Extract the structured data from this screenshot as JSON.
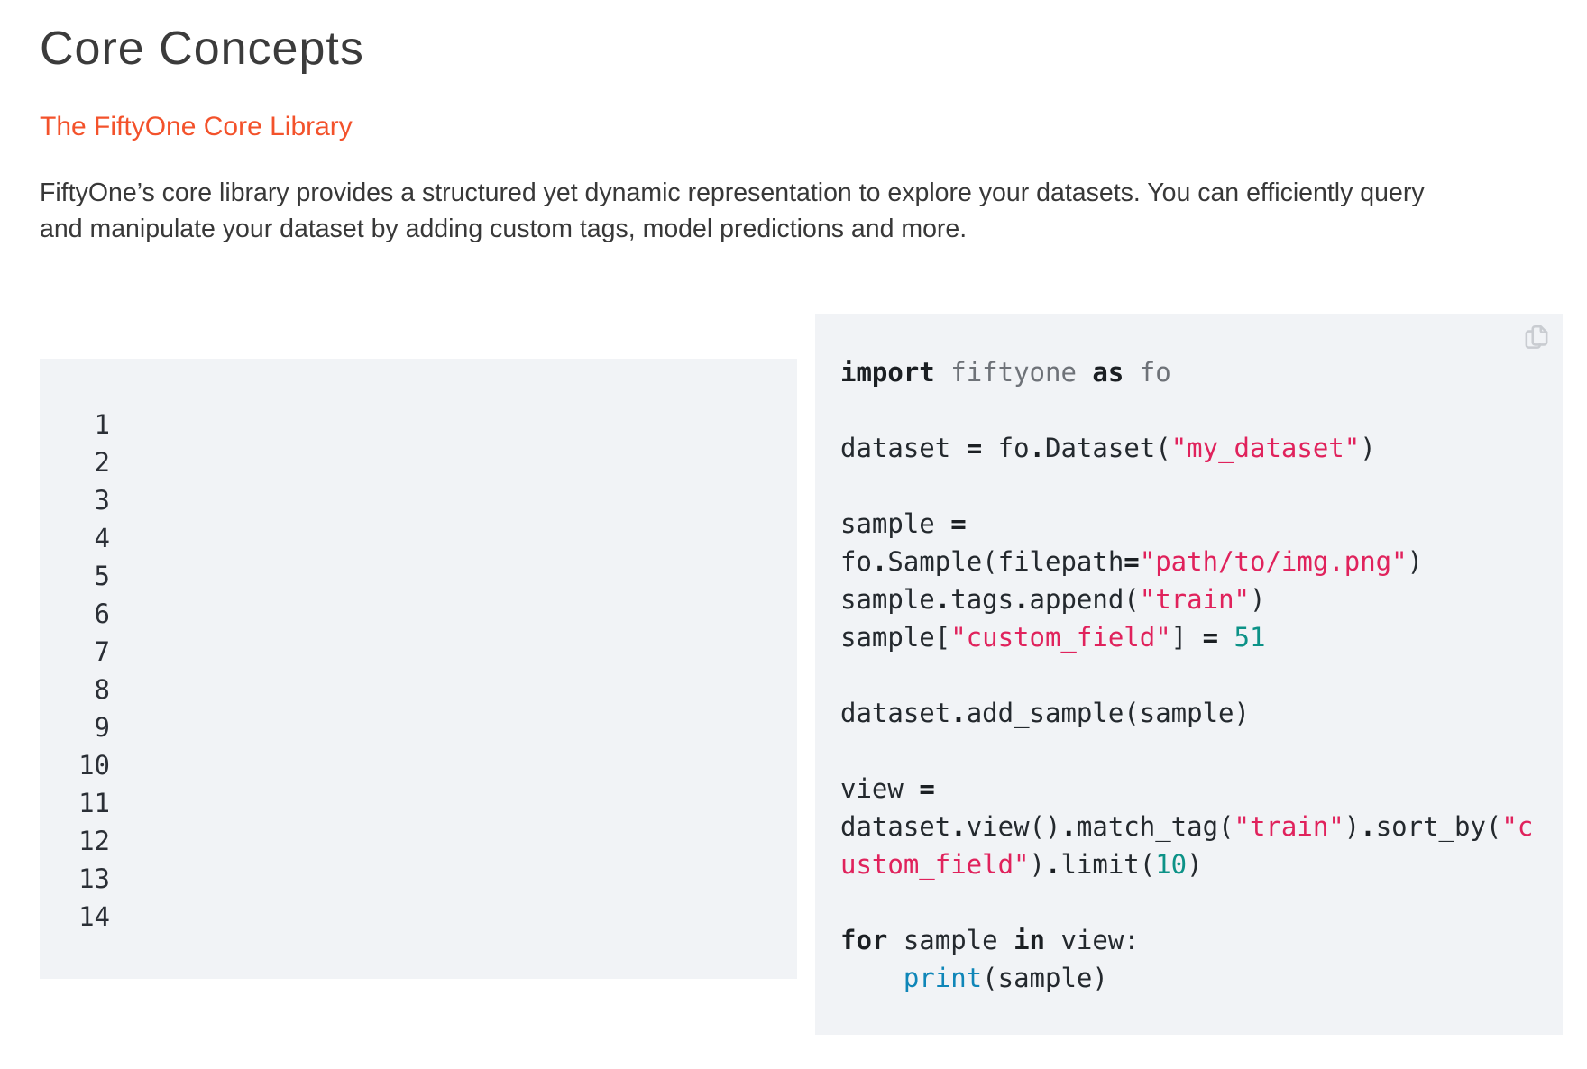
{
  "page": {
    "title": "Core Concepts",
    "section_link": "The FiftyOne Core Library",
    "paragraph": "FiftyOne’s core library provides a structured yet dynamic representation to explore your datasets. You can efficiently query\nand manipulate your dataset by adding custom tags, model predictions and more."
  },
  "colors": {
    "link_orange": "#f3522b",
    "heading_gray": "#3b3b3b",
    "panel_background": "#f1f3f6",
    "code_plain": "#24292e",
    "code_keyword": "#1b1f23",
    "code_namespace": "#6e7278",
    "code_string": "#e0225c",
    "code_number": "#0c9287",
    "code_builtin": "#0f86b8",
    "copy_icon_gray": "#c9ccd1"
  },
  "gutter": {
    "line_numbers": [
      "1",
      "2",
      "3",
      "4",
      "5",
      "6",
      "7",
      "8",
      "9",
      "10",
      "11",
      "12",
      "13",
      "14"
    ]
  },
  "code": {
    "language": "python",
    "lines": [
      [
        [
          "k",
          "import"
        ],
        [
          "t",
          " "
        ],
        [
          "nn",
          "fiftyone"
        ],
        [
          "t",
          " "
        ],
        [
          "k",
          "as"
        ],
        [
          "t",
          " "
        ],
        [
          "nn",
          "fo"
        ]
      ],
      [],
      [
        [
          "t",
          "dataset "
        ],
        [
          "o",
          "="
        ],
        [
          "t",
          " fo"
        ],
        [
          "o",
          "."
        ],
        [
          "t",
          "Dataset("
        ],
        [
          "s",
          "\"my_dataset\""
        ],
        [
          "t",
          ")"
        ]
      ],
      [],
      [
        [
          "t",
          "sample "
        ],
        [
          "o",
          "="
        ],
        [
          "t",
          " fo"
        ],
        [
          "o",
          "."
        ],
        [
          "t",
          "Sample(filepath"
        ],
        [
          "o",
          "="
        ],
        [
          "s",
          "\"path/to/img.png\""
        ],
        [
          "t",
          ")"
        ]
      ],
      [
        [
          "t",
          "sample"
        ],
        [
          "o",
          "."
        ],
        [
          "t",
          "tags"
        ],
        [
          "o",
          "."
        ],
        [
          "t",
          "append("
        ],
        [
          "s",
          "\"train\""
        ],
        [
          "t",
          ")"
        ]
      ],
      [
        [
          "t",
          "sample["
        ],
        [
          "s",
          "\"custom_field\""
        ],
        [
          "t",
          "] "
        ],
        [
          "o",
          "="
        ],
        [
          "t",
          " "
        ],
        [
          "mi",
          "51"
        ]
      ],
      [],
      [
        [
          "t",
          "dataset"
        ],
        [
          "o",
          "."
        ],
        [
          "t",
          "add_sample(sample)"
        ]
      ],
      [],
      [
        [
          "t",
          "view "
        ],
        [
          "o",
          "="
        ],
        [
          "t",
          " dataset"
        ],
        [
          "o",
          "."
        ],
        [
          "t",
          "view()"
        ],
        [
          "o",
          "."
        ],
        [
          "t",
          "match_tag("
        ],
        [
          "s",
          "\"train\""
        ],
        [
          "t",
          ")"
        ],
        [
          "o",
          "."
        ],
        [
          "t",
          "sort_by("
        ],
        [
          "s",
          "\"custom_field\""
        ],
        [
          "t",
          ")"
        ],
        [
          "o",
          "."
        ],
        [
          "t",
          "limit("
        ],
        [
          "mi",
          "10"
        ],
        [
          "t",
          ")"
        ]
      ],
      [],
      [
        [
          "k",
          "for"
        ],
        [
          "t",
          " sample "
        ],
        [
          "k",
          "in"
        ],
        [
          "t",
          " view:"
        ]
      ],
      [
        [
          "t",
          "    "
        ],
        [
          "nb",
          "print"
        ],
        [
          "t",
          "(sample)"
        ]
      ]
    ]
  }
}
